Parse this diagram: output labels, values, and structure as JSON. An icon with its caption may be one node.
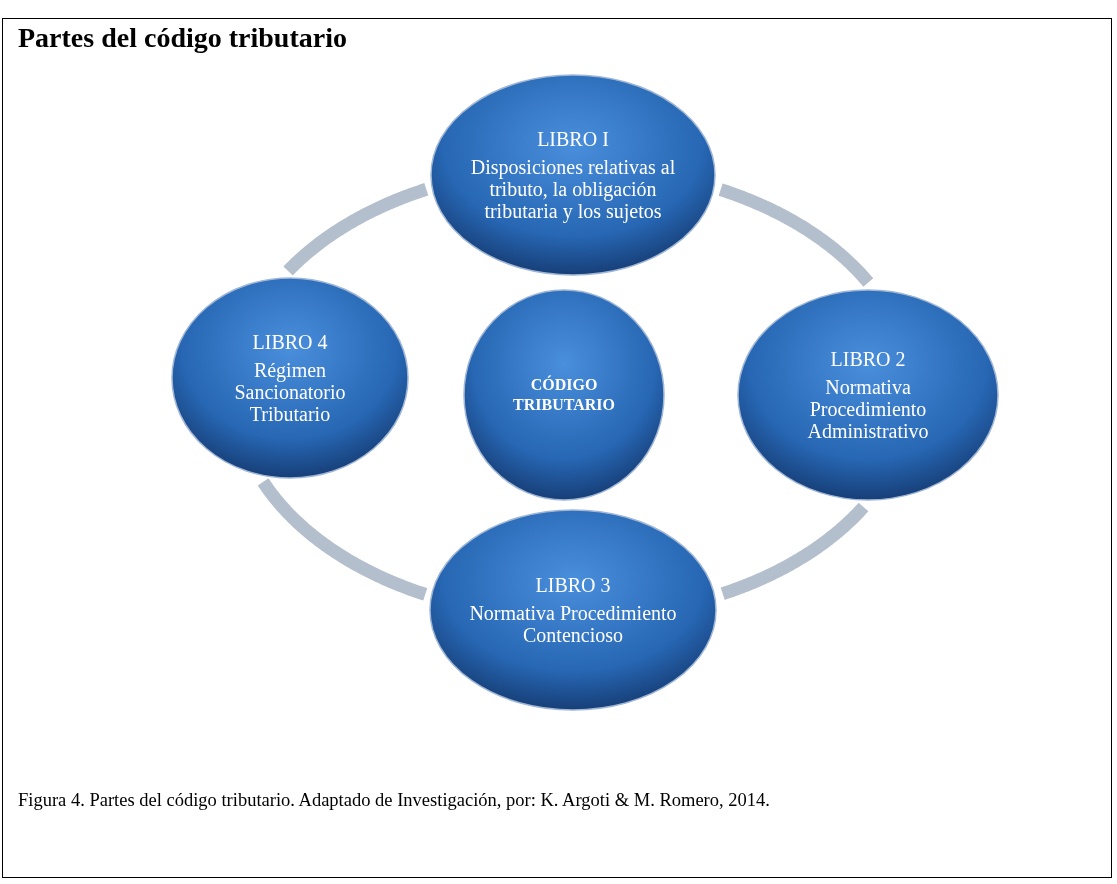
{
  "diagram": {
    "title": "Partes del código tributario",
    "caption": "Figura 4. Partes del código tributario. Adaptado de Investigación, por: K. Argoti & M. Romero, 2014.",
    "nodes": [
      {
        "text": [
          "LIBRO I",
          "Disposiciones relativas al tributo, la obligación tributaria y los sujetos"
        ]
      },
      {
        "text": [
          "LIBRO 4",
          "Régimen Sancionatorio Tributario"
        ]
      },
      {
        "text": [
          "CÓDIGO TRIBUTARIO"
        ]
      },
      {
        "text": [
          "LIBRO 2",
          "Normativa Procedimiento Administrativo"
        ]
      },
      {
        "text": [
          "LIBRO 3",
          "Normativa Procedimiento Contencioso"
        ]
      }
    ],
    "edges": [
      {
        "from": 0,
        "to": 3,
        "arrow": "none"
      },
      {
        "from": 3,
        "to": 4,
        "arrow": "none"
      },
      {
        "from": 4,
        "to": 1,
        "arrow": "none"
      },
      {
        "from": 1,
        "to": 0,
        "arrow": "none"
      }
    ]
  }
}
